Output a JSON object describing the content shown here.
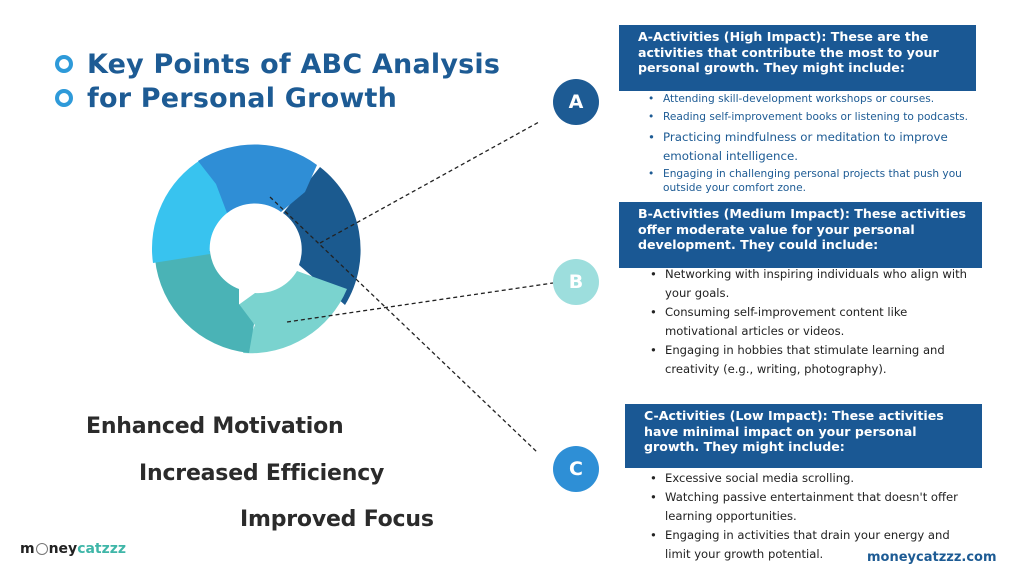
{
  "title": {
    "line1": "Key Points of ABC Analysis",
    "line2": "for Personal Growth"
  },
  "badges": {
    "a": "A",
    "b": "B",
    "c": "C"
  },
  "sections": {
    "a": {
      "heading": "A-Activities (High Impact): These are the activities that contribute the most to your personal growth. They might include:",
      "items": [
        "Attending skill-development workshops or courses.",
        "Reading self-improvement books or listening to podcasts.",
        "Practicing mindfulness or meditation to improve emotional intelligence.",
        "Engaging in challenging personal projects that push you outside your comfort zone."
      ]
    },
    "b": {
      "heading": "B-Activities (Medium Impact): These activities offer moderate value for your personal development. They could include:",
      "items": [
        "Networking with inspiring individuals who align with your goals.",
        "Consuming self-improvement content like motivational articles or videos.",
        "Engaging in hobbies that stimulate learning and creativity (e.g., writing, photography)."
      ]
    },
    "c": {
      "heading": "C-Activities (Low Impact): These activities have minimal impact on your personal growth. They might include:",
      "items": [
        "Excessive social media scrolling.",
        "Watching passive entertainment that doesn't offer learning opportunities.",
        "Engaging in activities that drain your energy and limit your growth potential."
      ]
    }
  },
  "benefits": [
    "Enhanced Motivation",
    "Increased Efficiency",
    "Improved Focus"
  ],
  "brand": {
    "left_pre": "m",
    "left_mid": "ney",
    "left_accent": "catzzz",
    "right": "moneycatzzz.com"
  },
  "colors": {
    "navy": "#1a5894",
    "dark_blue_segment": "#1b5a8f",
    "blue_segment": "#2f8ed6",
    "sky_segment": "#38c3ef",
    "teal_segment": "#4ab3b6",
    "light_teal_segment": "#7ad3cf",
    "badge_a": "#1d5b94",
    "badge_b": "#9ddedd",
    "badge_c": "#2e8fd6"
  }
}
